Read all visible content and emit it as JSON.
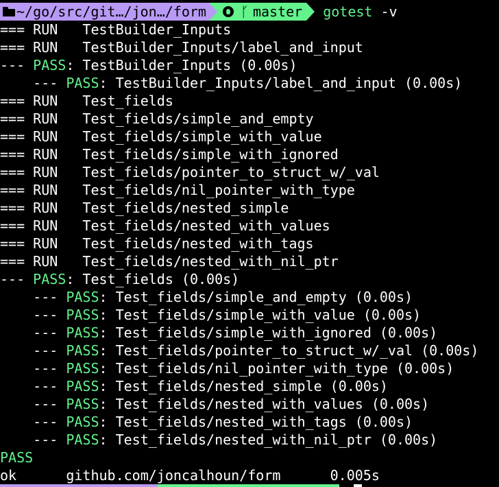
{
  "colors": {
    "background": "#000000",
    "text": "#ffffff",
    "pass": "#63f28c",
    "path_segment": "#b89af5",
    "git_segment": "#63f28c"
  },
  "prompt": {
    "path_icon": "folder-icon",
    "path": "~/go/src/git…/jon…/form",
    "git_icon": "github-icon",
    "branch_icon": "branch-icon",
    "branch": "master",
    "command": "gotest",
    "command_arg": " -v"
  },
  "output": [
    {
      "prefix": "=== RUN   ",
      "status": "",
      "text": "TestBuilder_Inputs"
    },
    {
      "prefix": "=== RUN   ",
      "status": "",
      "text": "TestBuilder_Inputs/label_and_input"
    },
    {
      "prefix": "--- ",
      "status": "PASS",
      "text": ": TestBuilder_Inputs (0.00s)"
    },
    {
      "prefix": "    --- ",
      "status": "PASS",
      "text": ": TestBuilder_Inputs/label_and_input (0.00s)"
    },
    {
      "prefix": "=== RUN   ",
      "status": "",
      "text": "Test_fields"
    },
    {
      "prefix": "=== RUN   ",
      "status": "",
      "text": "Test_fields/simple_and_empty"
    },
    {
      "prefix": "=== RUN   ",
      "status": "",
      "text": "Test_fields/simple_with_value"
    },
    {
      "prefix": "=== RUN   ",
      "status": "",
      "text": "Test_fields/simple_with_ignored"
    },
    {
      "prefix": "=== RUN   ",
      "status": "",
      "text": "Test_fields/pointer_to_struct_w/_val"
    },
    {
      "prefix": "=== RUN   ",
      "status": "",
      "text": "Test_fields/nil_pointer_with_type"
    },
    {
      "prefix": "=== RUN   ",
      "status": "",
      "text": "Test_fields/nested_simple"
    },
    {
      "prefix": "=== RUN   ",
      "status": "",
      "text": "Test_fields/nested_with_values"
    },
    {
      "prefix": "=== RUN   ",
      "status": "",
      "text": "Test_fields/nested_with_tags"
    },
    {
      "prefix": "=== RUN   ",
      "status": "",
      "text": "Test_fields/nested_with_nil_ptr"
    },
    {
      "prefix": "--- ",
      "status": "PASS",
      "text": ": Test_fields (0.00s)"
    },
    {
      "prefix": "    --- ",
      "status": "PASS",
      "text": ": Test_fields/simple_and_empty (0.00s)"
    },
    {
      "prefix": "    --- ",
      "status": "PASS",
      "text": ": Test_fields/simple_with_value (0.00s)"
    },
    {
      "prefix": "    --- ",
      "status": "PASS",
      "text": ": Test_fields/simple_with_ignored (0.00s)"
    },
    {
      "prefix": "    --- ",
      "status": "PASS",
      "text": ": Test_fields/pointer_to_struct_w/_val (0.00s)"
    },
    {
      "prefix": "    --- ",
      "status": "PASS",
      "text": ": Test_fields/nil_pointer_with_type (0.00s)"
    },
    {
      "prefix": "    --- ",
      "status": "PASS",
      "text": ": Test_fields/nested_simple (0.00s)"
    },
    {
      "prefix": "    --- ",
      "status": "PASS",
      "text": ": Test_fields/nested_with_values (0.00s)"
    },
    {
      "prefix": "    --- ",
      "status": "PASS",
      "text": ": Test_fields/nested_with_tags (0.00s)"
    },
    {
      "prefix": "    --- ",
      "status": "PASS",
      "text": ": Test_fields/nested_with_nil_ptr (0.00s)"
    },
    {
      "prefix": "",
      "status": "PASS",
      "text": ""
    },
    {
      "prefix": "ok      github.com/joncalhoun/form      0.005s",
      "status": "",
      "text": ""
    }
  ]
}
